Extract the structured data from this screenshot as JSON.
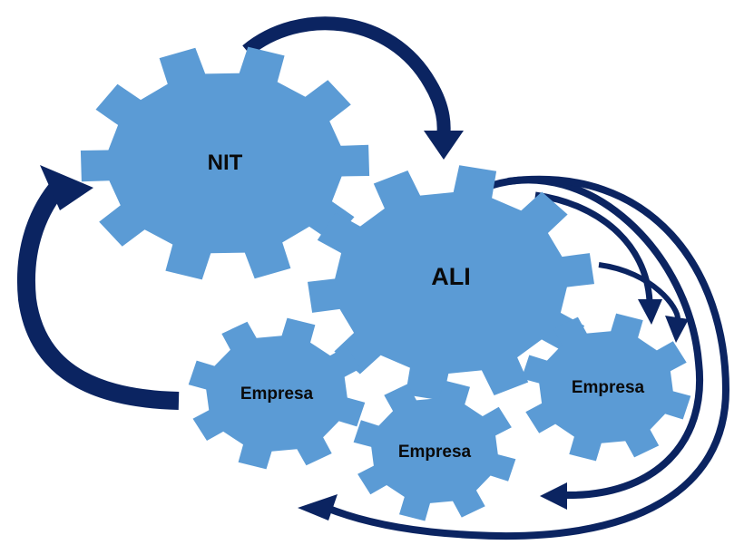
{
  "gears": {
    "nit": {
      "label": "NIT"
    },
    "ali": {
      "label": "ALI"
    },
    "empresa_left": {
      "label": "Empresa"
    },
    "empresa_bottom": {
      "label": "Empresa"
    },
    "empresa_right": {
      "label": "Empresa"
    }
  },
  "colors": {
    "gear_fill": "#5b9bd5",
    "arrow": "#0b2461",
    "label_text": "#0a0a0a",
    "background": "#ffffff"
  }
}
